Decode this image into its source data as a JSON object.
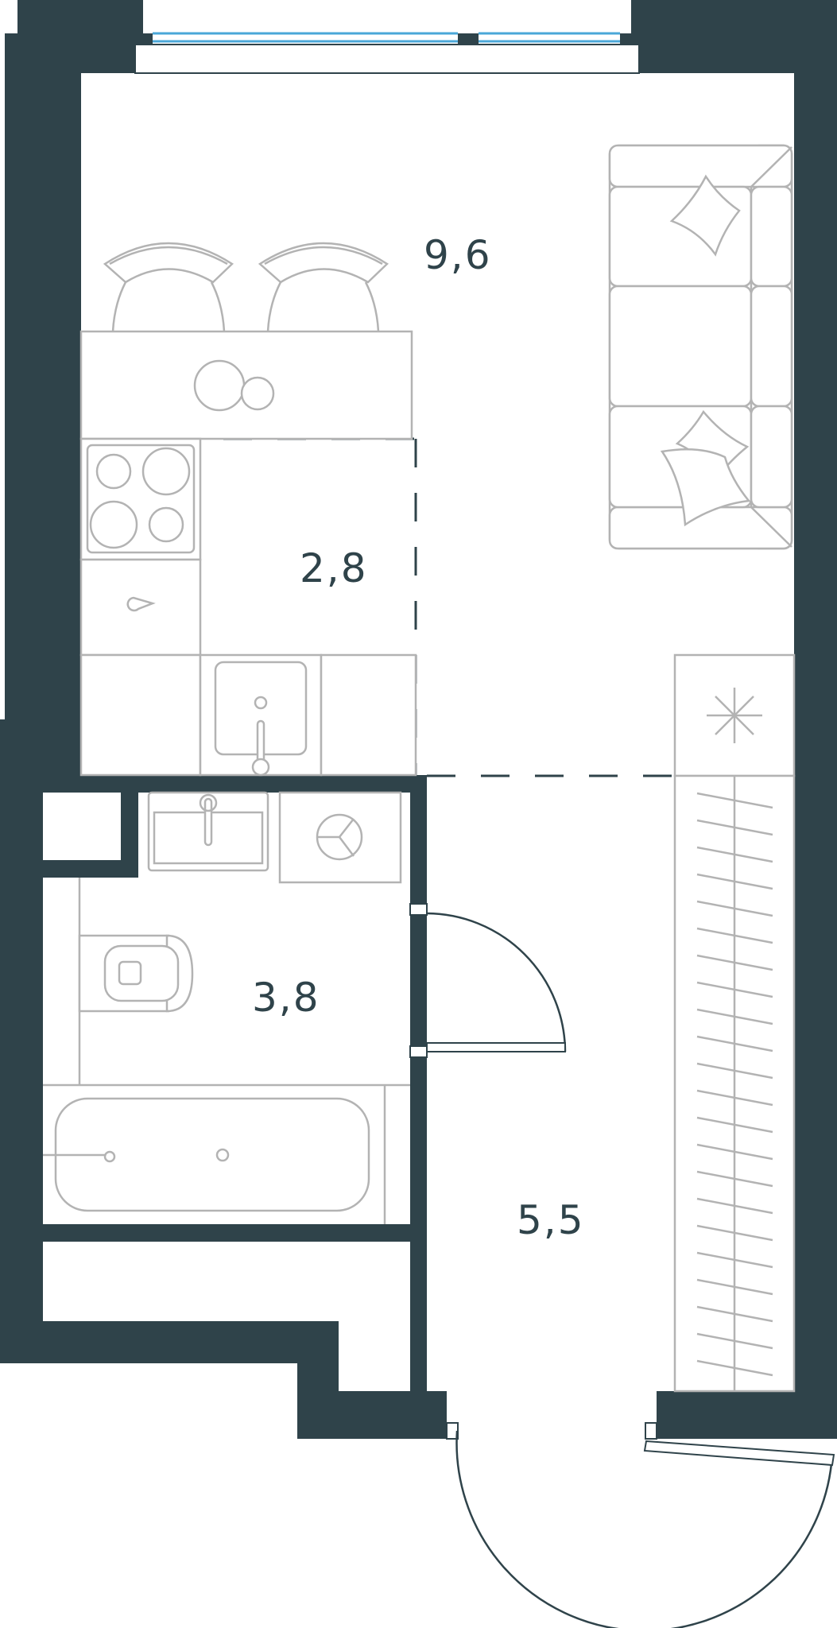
{
  "rooms": [
    {
      "id": "living",
      "area": "9,6"
    },
    {
      "id": "kitchen",
      "area": "2,8"
    },
    {
      "id": "bathroom",
      "area": "3,8"
    },
    {
      "id": "hallway",
      "area": "5,5"
    }
  ],
  "colors": {
    "wall": "#2f434a",
    "furniture": "#b3b3b3",
    "window": "#4aa7d8",
    "background": "#ffffff"
  }
}
